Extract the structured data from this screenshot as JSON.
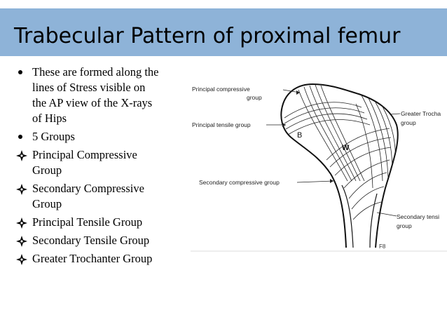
{
  "slide": {
    "title": "Trabecular Pattern of proximal femur",
    "bullets": [
      {
        "type": "dot",
        "lines": [
          "These are formed along the",
          "lines of Stress  visible on",
          "the AP view of the X-rays",
          "of Hips"
        ]
      },
      {
        "type": "dot",
        "lines": [
          "5 Groups"
        ]
      },
      {
        "type": "diamond",
        "lines": [
          "Principal Compressive",
          "Group"
        ]
      },
      {
        "type": "diamond",
        "lines": [
          "Secondary Compressive",
          "Group"
        ]
      },
      {
        "type": "diamond",
        "lines": [
          "Principal Tensile Group"
        ]
      },
      {
        "type": "diamond",
        "lines": [
          "Secondary Tensile Group"
        ]
      },
      {
        "type": "diamond",
        "lines": [
          "Greater Trochanter Group"
        ]
      }
    ]
  },
  "figure": {
    "labels": {
      "principal_compressive_1": "Principal compressive",
      "principal_compressive_2": "group",
      "principal_tensile": "Principal tensile group",
      "secondary_compressive": "Secondary compressive group",
      "greater_trochanter_1": "Greater Trocha",
      "greater_trochanter_2": "group",
      "secondary_tensile_1": "Secondary tensi",
      "secondary_tensile_2": "group",
      "letter_b": "B",
      "letter_w": "W",
      "corner_mark": "F8"
    }
  }
}
